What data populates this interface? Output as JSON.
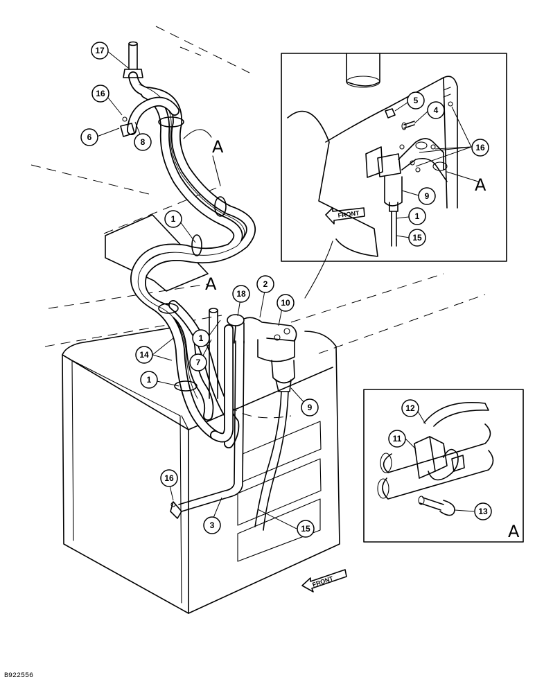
{
  "callouts": {
    "c17": "17",
    "c16a": "16",
    "c6": "6",
    "c8": "8",
    "c1a": "1",
    "c1b": "1",
    "c1c": "1",
    "c14": "14",
    "c7": "7",
    "c18": "18",
    "c2": "2",
    "c10": "10",
    "c9": "9",
    "c16b": "16",
    "c3": "3",
    "c15": "15",
    "ins_c5": "5",
    "ins_c4": "4",
    "ins_c16": "16",
    "ins_c9": "9",
    "ins_c1": "1",
    "ins_c15": "15",
    "det_c12": "12",
    "det_c11": "11",
    "det_c13": "13"
  },
  "view_letters": {
    "main_top": "A",
    "main_mid": "A",
    "inset": "A",
    "detail": "A"
  },
  "direction_labels": {
    "main_front": "FRONT",
    "inset_front": "FRONT"
  },
  "figure_code": "B922556"
}
